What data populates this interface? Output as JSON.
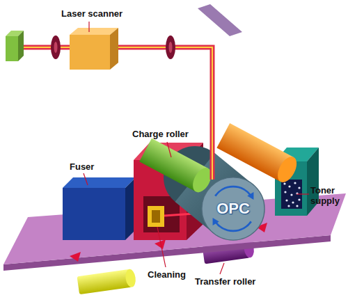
{
  "diagram": {
    "nodes": [
      {
        "text": [
          "OPC"
        ]
      }
    ],
    "labels": [
      "Laser scanner",
      "Charge roller",
      "Fuser",
      "Toner supply",
      "Cleaning",
      "Transfer roller"
    ]
  }
}
